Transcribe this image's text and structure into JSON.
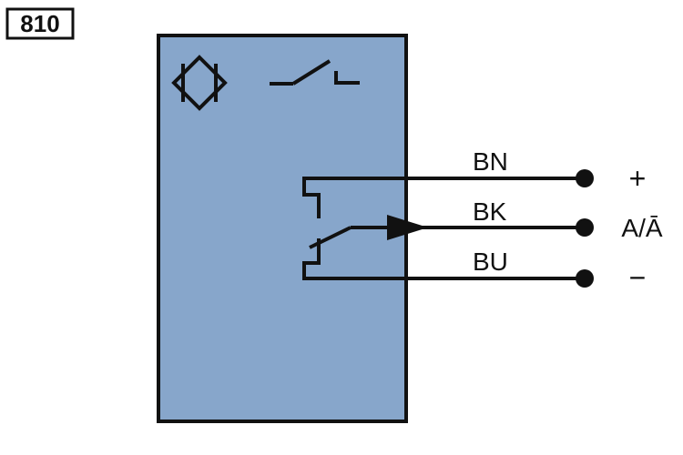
{
  "diagram": {
    "code": "810",
    "colors": {
      "housing_fill": "#87a6cb",
      "line": "#111111",
      "background": "#ffffff"
    },
    "wires": [
      {
        "color_code": "BN",
        "terminal_label": "+"
      },
      {
        "color_code": "BK",
        "terminal_label": "A/Ā"
      },
      {
        "color_code": "BU",
        "terminal_label": "−"
      }
    ],
    "icons": {
      "sensor_symbol": "inductive-sensor-diamond-icon",
      "output_symbol": "normally-open-switch-icon"
    }
  }
}
